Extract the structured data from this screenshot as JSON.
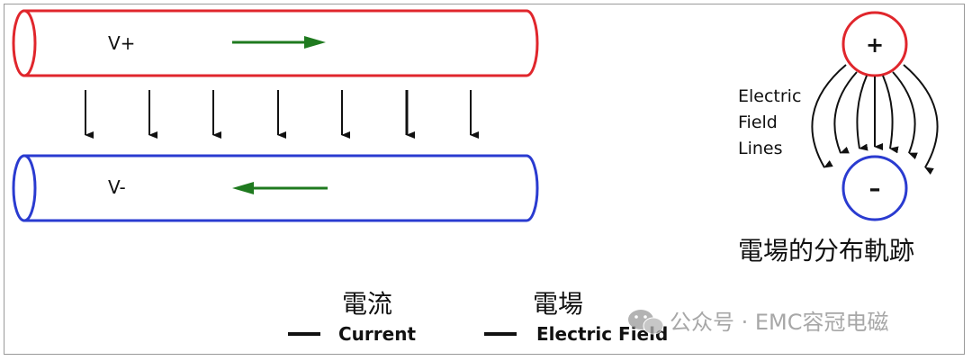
{
  "diagram": {
    "top_conductor": {
      "label": "V+",
      "color": "#e0262c"
    },
    "bottom_conductor": {
      "label": "V-",
      "color": "#2a3bd0"
    },
    "current_arrow_color": "#1f7a1f",
    "field_arrow_color": "#111111",
    "positive_charge": {
      "symbol": "+",
      "color": "#e0262c"
    },
    "negative_charge": {
      "symbol": "–",
      "color": "#2a3bd0"
    },
    "field_lines_label": [
      "Electric",
      "Field",
      "Lines"
    ],
    "field_pattern_caption": "電場的分布軌跡"
  },
  "legend": {
    "current_cn": "電流",
    "current_en": "Current",
    "field_cn": "電場",
    "field_en": "Electric Field"
  },
  "watermark": {
    "text": "公众号 · EMC容冠电磁"
  }
}
